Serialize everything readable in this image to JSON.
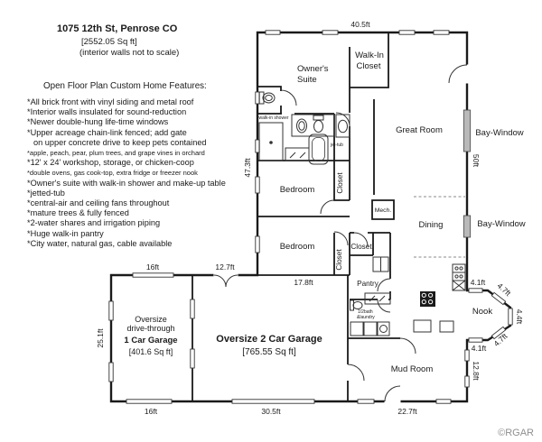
{
  "header": {
    "address": "1075 12th St, Penrose CO",
    "sqft": "[2552.05 Sq ft]",
    "note": "(interior walls not to scale)"
  },
  "features": {
    "heading": "Open Floor Plan Custom Home Features:",
    "items": [
      "*All brick front with vinyl siding and metal roof",
      "*Interior walls insulated for sound-reduction",
      "*Newer double-hung life-time windows",
      "*Upper acreage chain-link fenced; add gate\non upper concrete drive to keep pets contained",
      "*apple, peach, pear, plum trees, and grape vines in orchard",
      "*12' x 24' workshop, storage, or chicken-coop",
      "*double ovens, gas cook-top, extra fridge or freezer nook",
      "*Owner's suite with walk-in shower and make-up table",
      "*jetted-tub",
      "*central-air and ceiling fans throughout",
      "*mature trees & fully fenced",
      "*2-water shares and irrigation piping",
      "*Huge walk-in pantry",
      "*City water, natural gas, cable available"
    ]
  },
  "plan": {
    "rooms": {
      "owners1": "Owner's",
      "owners2": "Suite",
      "wic1": "Walk-In",
      "wic2": "Closet",
      "great": "Great Room",
      "bay_upper": "Bay-Window",
      "bay_lower": "Bay-Window",
      "mech": "Mech.",
      "dining": "Dining",
      "bed1": "Bedroom",
      "bed2": "Bedroom",
      "closet1": "Closet",
      "closet2": "Closet",
      "closet_hall": "Closet",
      "pantry": "Pantry",
      "nook": "Nook",
      "mud": "Mud Room"
    },
    "labels": {
      "walk_in_shower": "walk-in shower",
      "jet_tub": "jet-tub",
      "half_bath1": "1/2bath",
      "half_bath2": "&laundry"
    },
    "dims": {
      "top": "40.5ft",
      "left": "47.3ft",
      "right": "50ft",
      "bed_bottom": "17.8ft",
      "g1_top": "16ft",
      "breeze": "12.7ft",
      "g_left": "25.1ft",
      "g1_bottom": "16ft",
      "g2_bottom": "30.5ft",
      "mud_bottom": "22.7ft",
      "mud_right": "12.8ft",
      "nook_top": "4.1ft",
      "nook_top_diag": "4.7ft",
      "nook_mid": "4.4ft",
      "nook_bot_diag": "4.7ft",
      "nook_bot": "4.1ft"
    },
    "garage1": {
      "l1": "Oversize",
      "l2": "drive-through",
      "l3": "1 Car Garage",
      "l4": "[401.6 Sq ft]"
    },
    "garage2": {
      "l1": "Oversize 2 Car Garage",
      "l2": "[765.55 Sq ft]"
    }
  },
  "watermark": "©RGAR",
  "colors": {
    "wall": "#1a1a1a",
    "bay_window_fill": "#b9b9b9",
    "dashed_divider": "#888888",
    "watermark": "#8f8f8f",
    "background": "#ffffff"
  }
}
